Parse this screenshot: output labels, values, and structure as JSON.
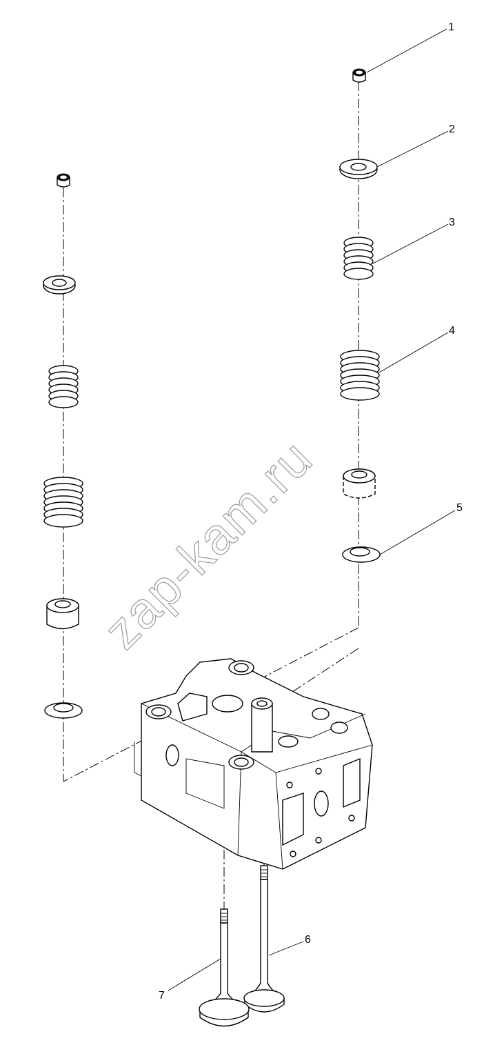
{
  "watermark": "zap-kam.ru",
  "callouts": [
    "1",
    "2",
    "3",
    "4",
    "5",
    "6",
    "7"
  ]
}
